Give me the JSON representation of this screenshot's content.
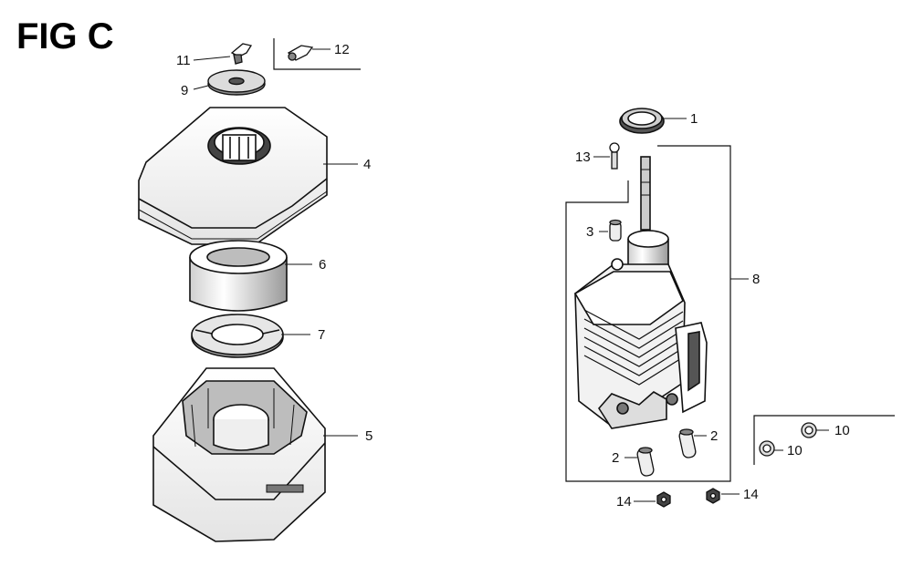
{
  "figure": {
    "title": "FIG C"
  },
  "callouts": {
    "c1": "1",
    "c2a": "2",
    "c2b": "2",
    "c3": "3",
    "c4": "4",
    "c5": "5",
    "c6": "6",
    "c7": "7",
    "c8": "8",
    "c9": "9",
    "c10a": "10",
    "c10b": "10",
    "c11": "11",
    "c12": "12",
    "c13": "13",
    "c14a": "14",
    "c14b": "14"
  },
  "colors": {
    "ink": "#111111",
    "shade": "#8a8a8a",
    "light": "#d8d8d8",
    "paper": "#ffffff"
  }
}
